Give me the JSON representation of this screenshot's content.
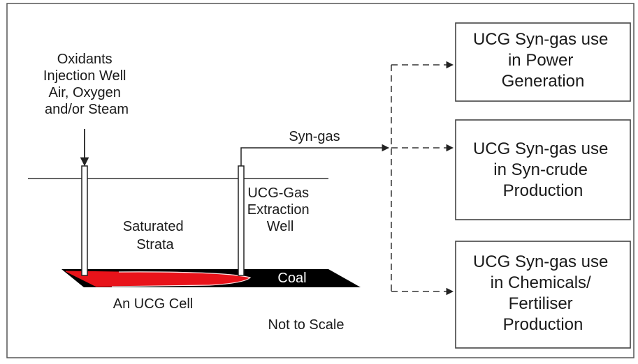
{
  "injection_well_label": [
    "Oxidants",
    "Injection Well",
    "Air, Oxygen",
    "and/or Steam"
  ],
  "syngas_label": "Syn-gas",
  "extraction_well_label": [
    "UCG-Gas",
    "Extraction",
    "Well"
  ],
  "strata_label": [
    "Saturated",
    "Strata"
  ],
  "coal_label": "Coal",
  "cell_label": "An UCG Cell",
  "scale_note": "Not to Scale",
  "boxes": [
    [
      "UCG Syn-gas use",
      "in Power",
      "Generation"
    ],
    [
      "UCG Syn-gas use",
      "in Syn-crude",
      "Production"
    ],
    [
      "UCG Syn-gas use",
      "in Chemicals/",
      "Fertiliser",
      "Production"
    ]
  ],
  "colors": {
    "coal": "#000000",
    "burn_zone": "#e8131a",
    "line": "#222222",
    "frame": "#555555"
  }
}
